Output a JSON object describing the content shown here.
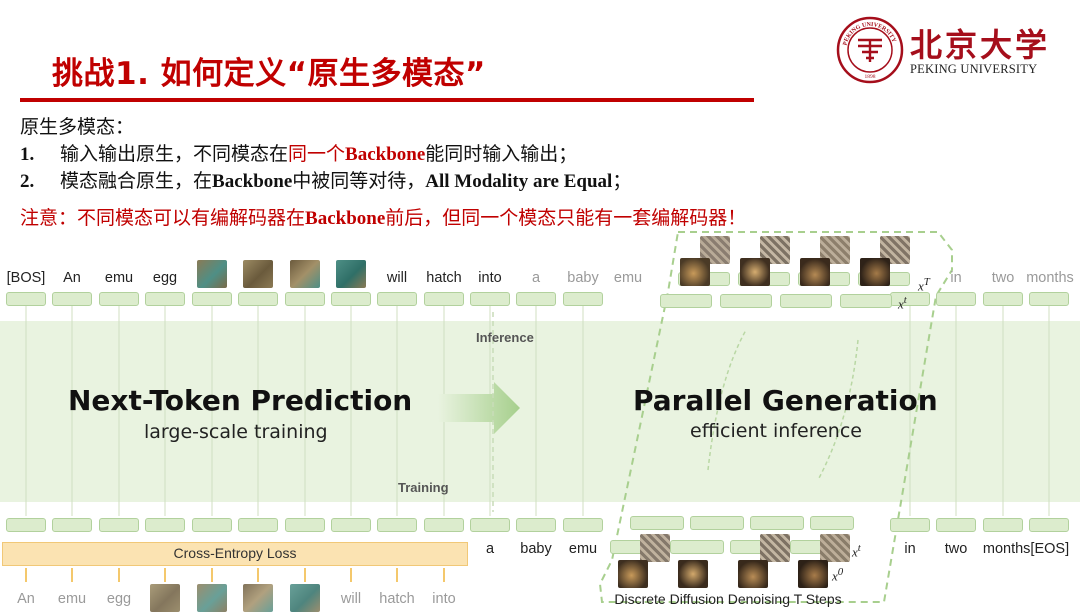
{
  "slide": {
    "title": "挑战1. 如何定义“原生多模态”",
    "logo_cn": "北京大学",
    "logo_en": "PEKING UNIVERSITY",
    "seal_text": "PEKING UNIVERSITY",
    "seal_year": "1898"
  },
  "body": {
    "heading": "原生多模态：",
    "item1_num": "1.",
    "item1_pre": "输入输出原生，不同模态在",
    "item1_red": "同一个",
    "item1_red_b": "Backbone",
    "item1_post": "能同时输入输出；",
    "item2_num": "2.",
    "item2_pre": "模态融合原生，在",
    "item2_b1": "Backbone",
    "item2_mid": "中被同等对待，",
    "item2_b2": "All Modality are Equal",
    "item2_post": "；",
    "note_pre": "注意：不同模态可以有编解码器在",
    "note_b": "Backbone",
    "note_post": "前后，但同一个模态只能有一套编解码器！"
  },
  "diagram": {
    "top_tokens": [
      "[BOS]",
      "An",
      "emu",
      "egg",
      "will",
      "hatch",
      "into"
    ],
    "top_tokens_gray": [
      "a",
      "baby",
      "emu"
    ],
    "top_tokens_right": [
      "in",
      "two",
      "months"
    ],
    "bottom_tokens": [
      "a",
      "baby",
      "emu"
    ],
    "bottom_tokens_right": [
      "in",
      "two",
      "months[EOS]"
    ],
    "input_tokens": [
      "An",
      "emu",
      "egg",
      "will",
      "hatch",
      "into"
    ],
    "inference_label": "Inference",
    "training_label": "Training",
    "left_heading": "Next-Token Prediction",
    "left_sub": "large-scale training",
    "right_heading": "Parallel Generation",
    "right_sub": "efficient inference",
    "loss_label": "Cross-Entropy Loss",
    "diffusion_label": "Discrete Diffusion Denoising T Steps",
    "sup_xT": "T",
    "sup_xt": "t",
    "sup_xt2": "t",
    "sup_x0": "0",
    "x_letter": "x",
    "colors": {
      "band": "#e9f3e0",
      "box": "#dceccd",
      "box_border": "#b2d19d",
      "arrow": "#c8dcb8",
      "loss": "#fbe3b2",
      "title_red": "#c00000"
    }
  }
}
